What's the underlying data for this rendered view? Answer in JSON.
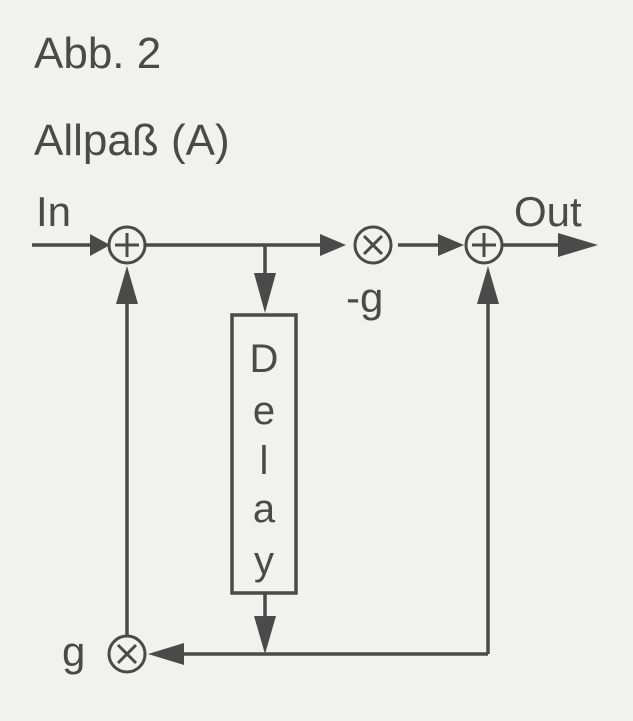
{
  "figure": {
    "label": "Abb. 2",
    "title": "Allpaß (A)"
  },
  "diagram": {
    "input_label": "In",
    "output_label": "Out",
    "forward_gain_label": "-g",
    "feedback_gain_label": "g",
    "delay_letters": [
      "D",
      "e",
      "l",
      "a",
      "y"
    ],
    "adder_symbol": "+",
    "multiplier_symbol": "×"
  },
  "colors": {
    "ink": "#4a4a4a",
    "paper": "#f1f1ef"
  }
}
